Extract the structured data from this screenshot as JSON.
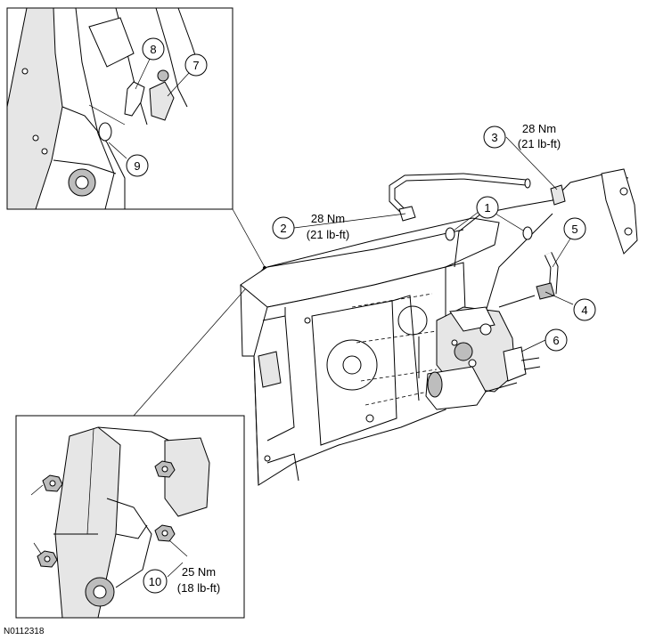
{
  "figure_id": "N0112318",
  "callouts": [
    {
      "num": "1"
    },
    {
      "num": "2"
    },
    {
      "num": "3"
    },
    {
      "num": "4"
    },
    {
      "num": "5"
    },
    {
      "num": "6"
    },
    {
      "num": "7"
    },
    {
      "num": "8"
    },
    {
      "num": "9"
    },
    {
      "num": "10"
    }
  ],
  "torques": [
    {
      "nm": "28 Nm",
      "lbft": "(21 lb-ft)"
    },
    {
      "nm": "28 Nm",
      "lbft": "(21 lb-ft)"
    },
    {
      "nm": "25 Nm",
      "lbft": "(18 lb-ft)"
    }
  ]
}
